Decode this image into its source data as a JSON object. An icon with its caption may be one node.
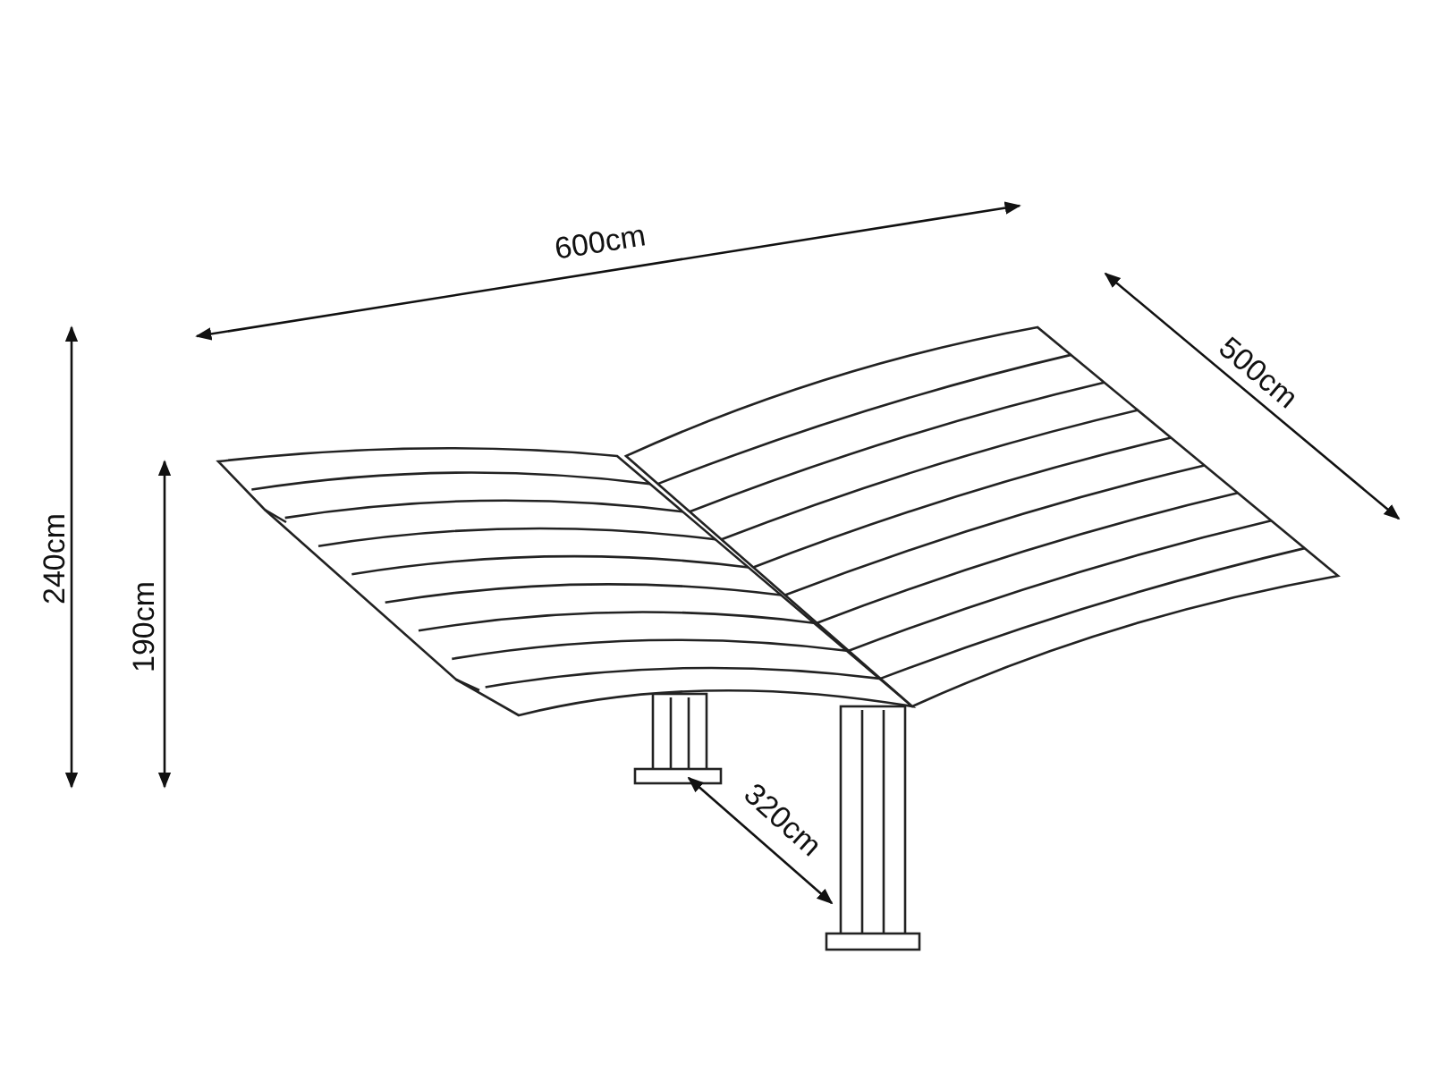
{
  "diagram": {
    "labels": [
      "600cm",
      "500cm",
      "240cm",
      "190cm",
      "320cm"
    ]
  }
}
